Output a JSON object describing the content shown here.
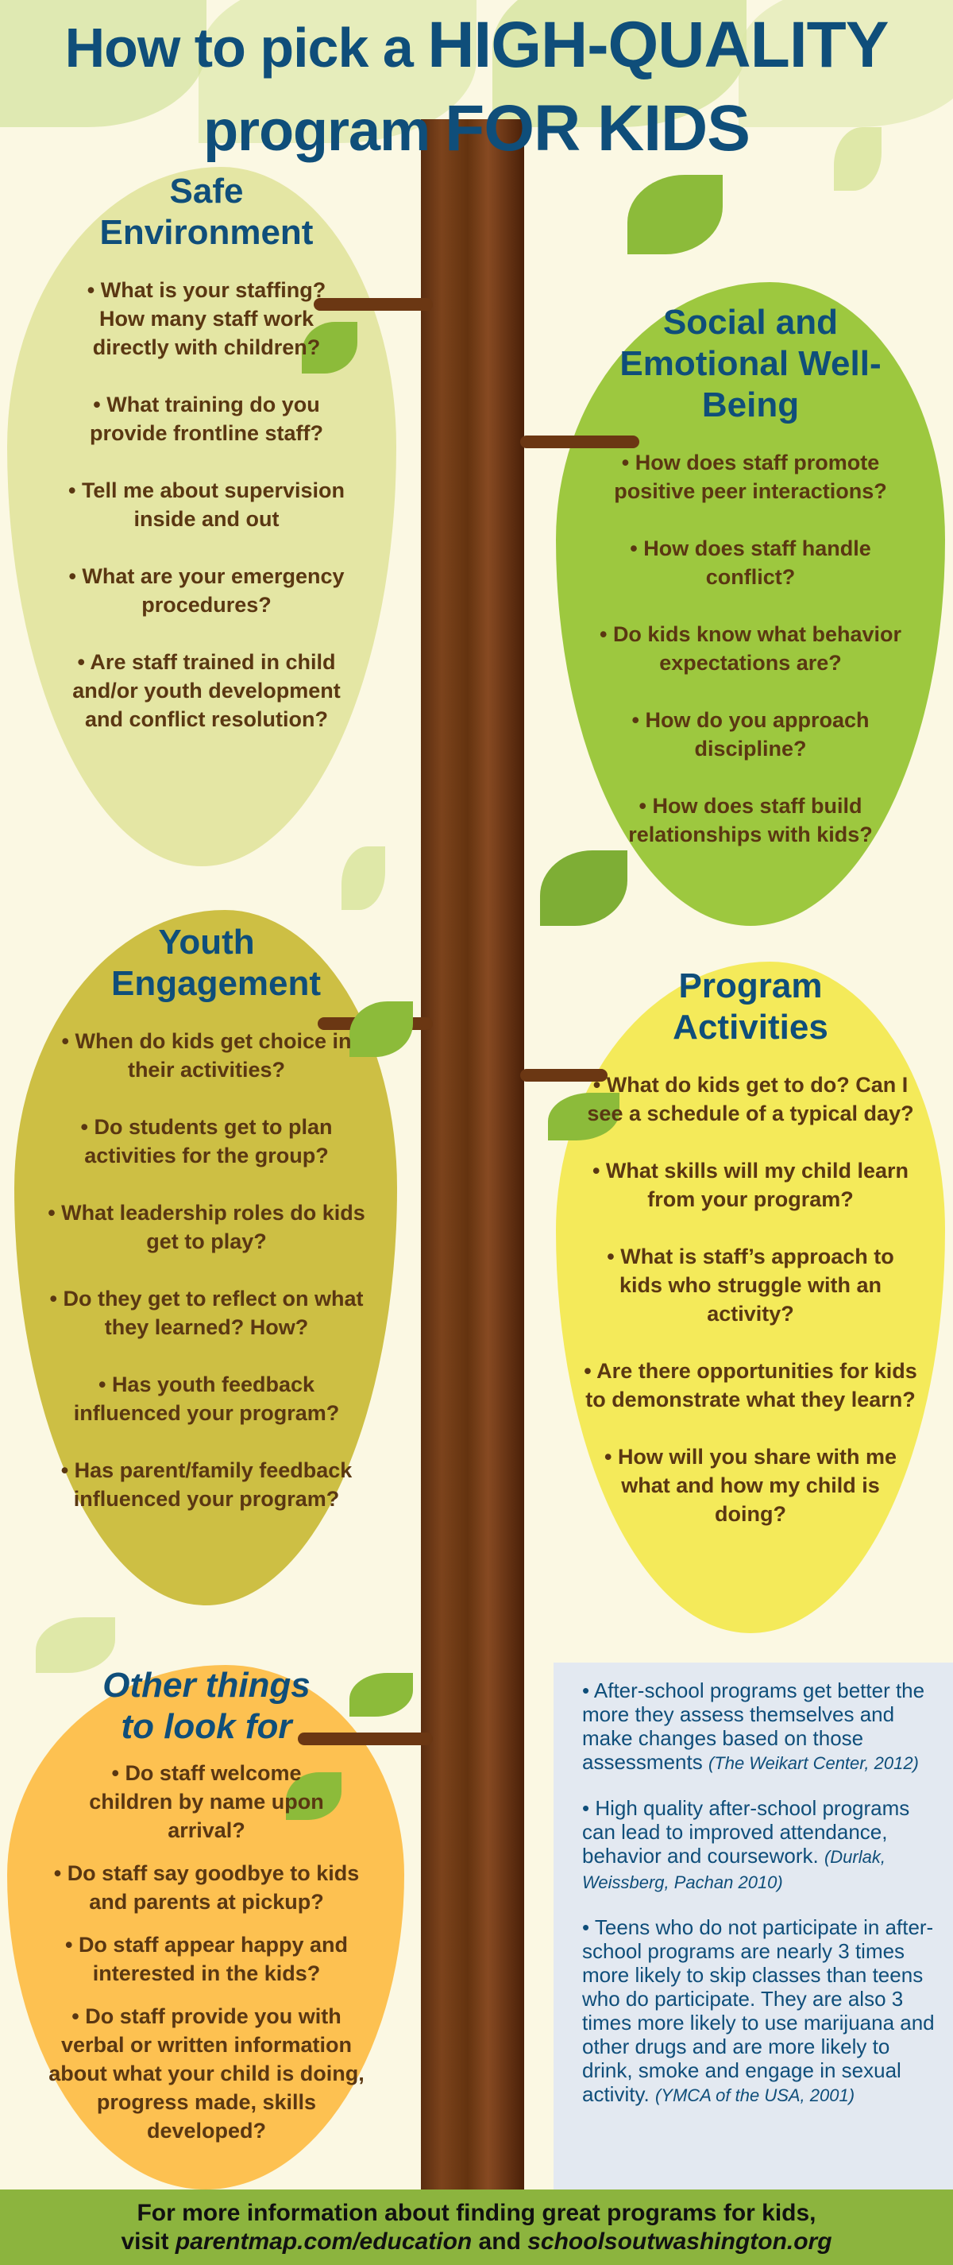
{
  "title": {
    "line1_prefix": "How to pick a ",
    "line1_emphasis": "HIGH-QUALITY",
    "line2_prefix": "program ",
    "line2_emphasis": "FOR KIDS"
  },
  "colors": {
    "title": "#0f4e7a",
    "text": "#5a3712",
    "safe": "#e4e6a4",
    "social": "#9dc83f",
    "youth": "#cdbf44",
    "program": "#f4ea5a",
    "other": "#fdc151",
    "stats_bg": "#e3e9f1",
    "footer": "#8cb43e"
  },
  "sections": [
    {
      "heading": "Safe Environment",
      "questions": [
        "• What is your staffing? How many staff work directly with children?",
        "• What training do you provide frontline staff?",
        "• Tell me about supervision inside and out",
        "• What are your emergency procedures?",
        "• Are staff trained in child and/or youth development and conflict resolution?"
      ]
    },
    {
      "heading": "Social and Emotional Well-Being",
      "questions": [
        "• How does staff promote positive peer interactions?",
        "• How does staff handle conflict?",
        "• Do kids know what behavior expectations are?",
        "• How do you approach discipline?",
        "• How does staff build relationships with kids?"
      ]
    },
    {
      "heading": "Youth Engagement",
      "questions": [
        "• When do kids get choice in their activities?",
        "• Do students get to plan activities for the group?",
        "• What leadership roles do kids get to play?",
        "• Do they get to reflect on what they learned? How?",
        "• Has youth feedback influenced your program?",
        "• Has parent/family feedback influenced your program?"
      ]
    },
    {
      "heading": "Program Activities",
      "questions": [
        "• What do kids get to do? Can I see a schedule of a typical day?",
        "• What skills will my child learn from your program?",
        "• What is staff’s approach to kids who struggle with an activity?",
        "• Are there opportunities for kids to demonstrate what they learn?",
        "• How will you share with me what and how my child is doing?"
      ]
    },
    {
      "heading": "Other things to look for",
      "questions": [
        "• Do staff welcome children by name upon arrival?",
        "• Do staff say goodbye to kids and parents at pickup?",
        "• Do staff appear happy and interested in the kids?",
        "• Do staff provide you with verbal or written information about what your child is doing, progress made, skills developed?"
      ]
    }
  ],
  "stats": [
    {
      "text": "• After-school programs get better the more they assess themselves and make changes based on those assessments ",
      "source": "(The Weikart Center, 2012)"
    },
    {
      "text": "• High quality after-school programs can lead to improved attendance, behavior and coursework. ",
      "source": "(Durlak, Weissberg, Pachan 2010)"
    },
    {
      "text": "• Teens who do not participate in after-school programs are nearly 3 times more likely to skip classes than teens who do participate. They are also 3 times more likely to use marijuana and other drugs and are more likely to drink, smoke and engage in sexual activity. ",
      "source": "(YMCA of the USA, 2001)"
    }
  ],
  "footer": {
    "line1": "For more information about finding great programs for kids,",
    "visit": "visit ",
    "link1": "parentmap.com/education",
    "and": " and ",
    "link2": "schoolsoutwashington.org"
  }
}
